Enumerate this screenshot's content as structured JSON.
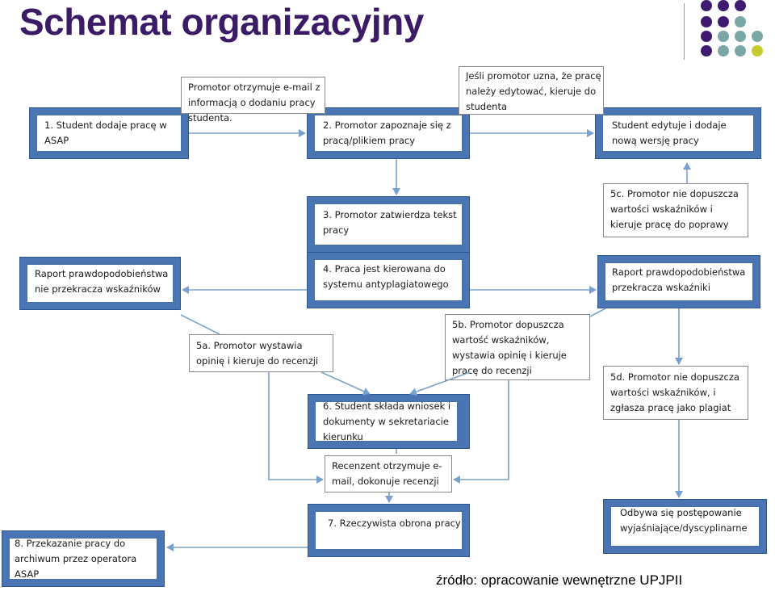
{
  "header": {
    "title": "Schemat organizacyjny"
  },
  "logo": {
    "icon": "dot-grid-logo-icon",
    "colors": {
      "purple": "#3e1b6e",
      "teal": "#7aa6a6",
      "lime": "#c6cc2e"
    }
  },
  "colors": {
    "frame": "#4a75b3",
    "arrow": "#7aa0cc",
    "title": "#3b1a66"
  },
  "boxes": {
    "b1": {
      "lines": [
        "1. Student dodaje pracę w",
        "ASAP"
      ]
    },
    "b2": {
      "lines": [
        "2. Promotor zapoznaje się z",
        "pracą/plikiem pracy"
      ]
    },
    "b3": {
      "lines": [
        "3. Promotor zatwierdza tekst",
        "pracy"
      ]
    },
    "b4": {
      "lines": [
        "4. Praca jest kierowana do",
        "systemu antyplagiatowego"
      ]
    },
    "raport_left": {
      "lines": [
        "Raport prawdopodobieństwa",
        "nie przekracza wskaźników"
      ]
    },
    "raport_right": {
      "lines": [
        "Raport prawdopodobieństwa",
        "przekracza wskaźniki"
      ]
    },
    "student_edit": {
      "lines": [
        "Student edytuje i dodaje",
        "nową wersję pracy"
      ]
    },
    "b6": {
      "lines": [
        "6. Student składa wniosek i",
        "dokumenty w sekretariacie",
        "kierunku"
      ]
    },
    "b7": {
      "lines": [
        "7. Rzeczywista obrona pracy"
      ]
    },
    "b8": {
      "lines": [
        "8. Przekazanie pracy do",
        "archiwum przez operatora",
        "ASAP"
      ]
    },
    "odbywa": {
      "lines": [
        "Odbywa się postępowanie",
        "wyjaśniające/dyscyplinarne"
      ]
    }
  },
  "notes": {
    "email": {
      "lines": [
        "Promotor otrzymuje e-mail  z",
        "informacją o dodaniu pracy",
        "studenta."
      ]
    },
    "jesli": {
      "lines": [
        "Jeśli promotor uzna, że pracę",
        "należy edytować, kieruje do",
        "studenta"
      ]
    },
    "n5c": {
      "lines": [
        "5c. Promotor nie dopuszcza",
        "wartości wskaźników i",
        "kieruje pracę do poprawy"
      ]
    },
    "n5a": {
      "lines": [
        "5a. Promotor wystawia",
        "opinię i kieruje do recenzji"
      ]
    },
    "n5b": {
      "lines": [
        "5b. Promotor dopuszcza",
        "wartość wskaźników,",
        "wystawia opinię  i kieruje",
        "pracę do recenzji"
      ]
    },
    "n5d": {
      "lines": [
        "5d. Promotor nie dopuszcza",
        "wartości wskaźników, i",
        "zgłasza pracę jako plagiat"
      ]
    },
    "recenzent": {
      "lines": [
        "Recenzent otrzymuje e-",
        "mail, dokonuje recenzji"
      ]
    }
  },
  "footer": {
    "source": "źródło: opracowanie wewnętrzne UPJPII"
  }
}
